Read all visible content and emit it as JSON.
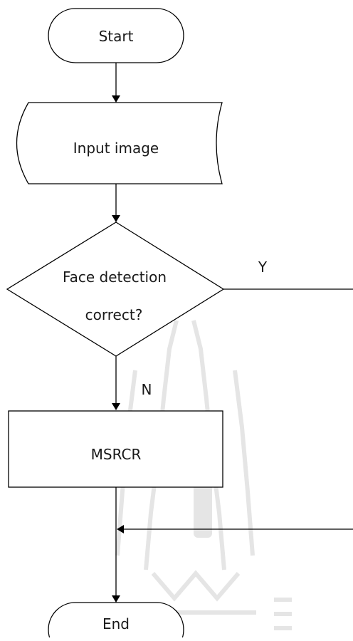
{
  "flowchart": {
    "start_label": "Start",
    "input_label": "Input image",
    "decision_line1": "Face detection",
    "decision_line2": "correct?",
    "yes_label": "Y",
    "no_label": "N",
    "process_label": "MSRCR",
    "end_label": "End"
  }
}
